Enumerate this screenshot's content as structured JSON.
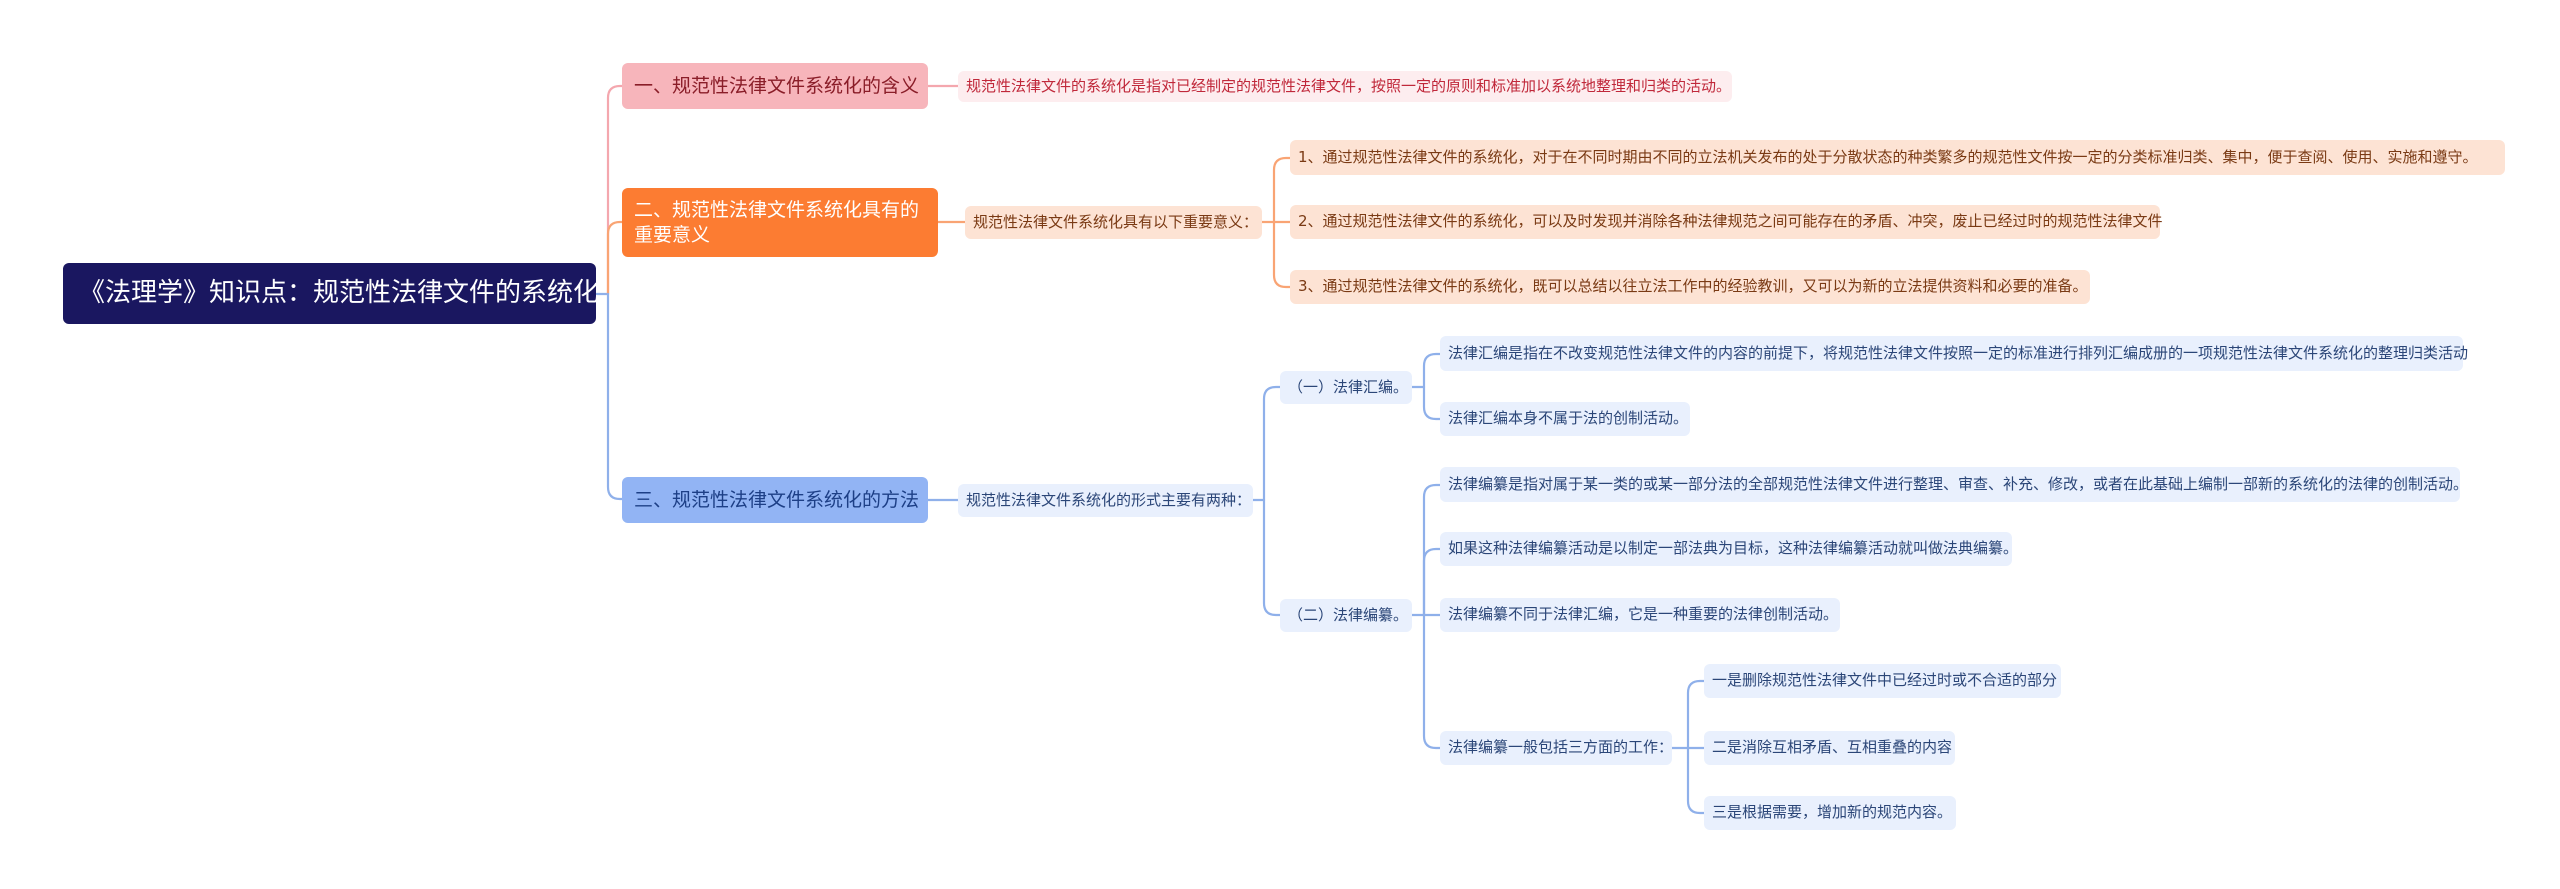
{
  "root": "《法理学》知识点：规范性法律文件的系统化",
  "sec1": {
    "title": "一、规范性法律文件系统化的含义",
    "text": "规范性法律文件的系统化是指对已经制定的规范性法律文件，按照一定的原则和标准加以系统地整理和归类的活动。"
  },
  "sec2": {
    "title": "二、规范性法律文件系统化具有的重要意义",
    "intro": "规范性法律文件系统化具有以下重要意义：",
    "items": [
      "1、通过规范性法律文件的系统化，对于在不同时期由不同的立法机关发布的处于分散状态的种类繁多的规范性文件按一定的分类标准归类、集中，便于查阅、使用、实施和遵守。",
      "2、通过规范性法律文件的系统化，可以及时发现并消除各种法律规范之间可能存在的矛盾、冲突，废止已经过时的规范性法律文件",
      "3、通过规范性法律文件的系统化，既可以总结以往立法工作中的经验教训，又可以为新的立法提供资料和必要的准备。"
    ]
  },
  "sec3": {
    "title": "三、规范性法律文件系统化的方法",
    "intro": "规范性法律文件系统化的形式主要有两种：",
    "method1": {
      "title": "（一）法律汇编。",
      "items": [
        "法律汇编是指在不改变规范性法律文件的内容的前提下，将规范性法律文件按照一定的标准进行排列汇编成册的一项规范性法律文件系统化的整理归类活动",
        "法律汇编本身不属于法的创制活动。"
      ]
    },
    "method2": {
      "title": "（二）法律编纂。",
      "items": [
        "法律编纂是指对属于某一类的或某一部分法的全部规范性法律文件进行整理、审查、补充、修改，或者在此基础上编制一部新的系统化的法律的创制活动。",
        "如果这种法律编纂活动是以制定一部法典为目标，这种法律编纂活动就叫做法典编纂。",
        "法律编纂不同于法律汇编，它是一种重要的法律创制活动。"
      ],
      "work": {
        "title": "法律编纂一般包括三方面的工作：",
        "items": [
          "一是删除规范性法律文件中已经过时或不合适的部分",
          "二是消除互相矛盾、互相重叠的内容",
          "三是根据需要，增加新的规范内容。"
        ]
      }
    }
  },
  "colors": {
    "root": "#1a1760",
    "branch1": "#f7b5bb",
    "branch2": "#fc7c32",
    "branch3": "#92b4f4",
    "line1": "#f4a7ae",
    "line2": "#f9a474",
    "line3": "#8fb0ea"
  }
}
